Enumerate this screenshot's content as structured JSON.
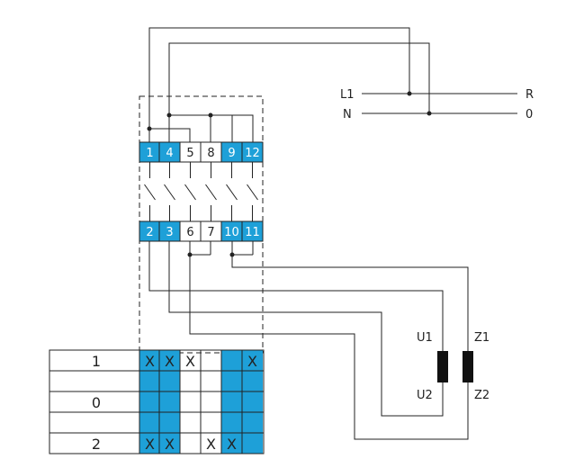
{
  "supply": {
    "line_label": "L1",
    "line_end_label": "R",
    "neutral_label": "N",
    "neutral_end_label": "0"
  },
  "top_terminals": [
    {
      "label": "1",
      "color": "#1ea0d8"
    },
    {
      "label": "4",
      "color": "#1ea0d8"
    },
    {
      "label": "5",
      "color": "#ffffff"
    },
    {
      "label": "8",
      "color": "#ffffff"
    },
    {
      "label": "9",
      "color": "#1ea0d8"
    },
    {
      "label": "12",
      "color": "#1ea0d8"
    }
  ],
  "bottom_terminals": [
    {
      "label": "2",
      "color": "#1ea0d8"
    },
    {
      "label": "3",
      "color": "#1ea0d8"
    },
    {
      "label": "6",
      "color": "#ffffff"
    },
    {
      "label": "7",
      "color": "#ffffff"
    },
    {
      "label": "10",
      "color": "#1ea0d8"
    },
    {
      "label": "11",
      "color": "#1ea0d8"
    }
  ],
  "motor": {
    "main_winding_top": "U1",
    "main_winding_bottom": "U2",
    "aux_winding_top": "Z1",
    "aux_winding_bottom": "Z2"
  },
  "switching_table": {
    "positions": [
      "1",
      "0",
      "2"
    ],
    "marks": {
      "row_1": [
        "X",
        "X",
        "X",
        "",
        "",
        "X"
      ],
      "row_0": [
        "",
        "",
        "",
        "",
        "",
        ""
      ],
      "row_2": [
        "X",
        "X",
        "",
        "X",
        "X",
        ""
      ]
    }
  },
  "colors": {
    "accent": "#1ea0d8",
    "line": "#222222",
    "background": "#ffffff"
  }
}
